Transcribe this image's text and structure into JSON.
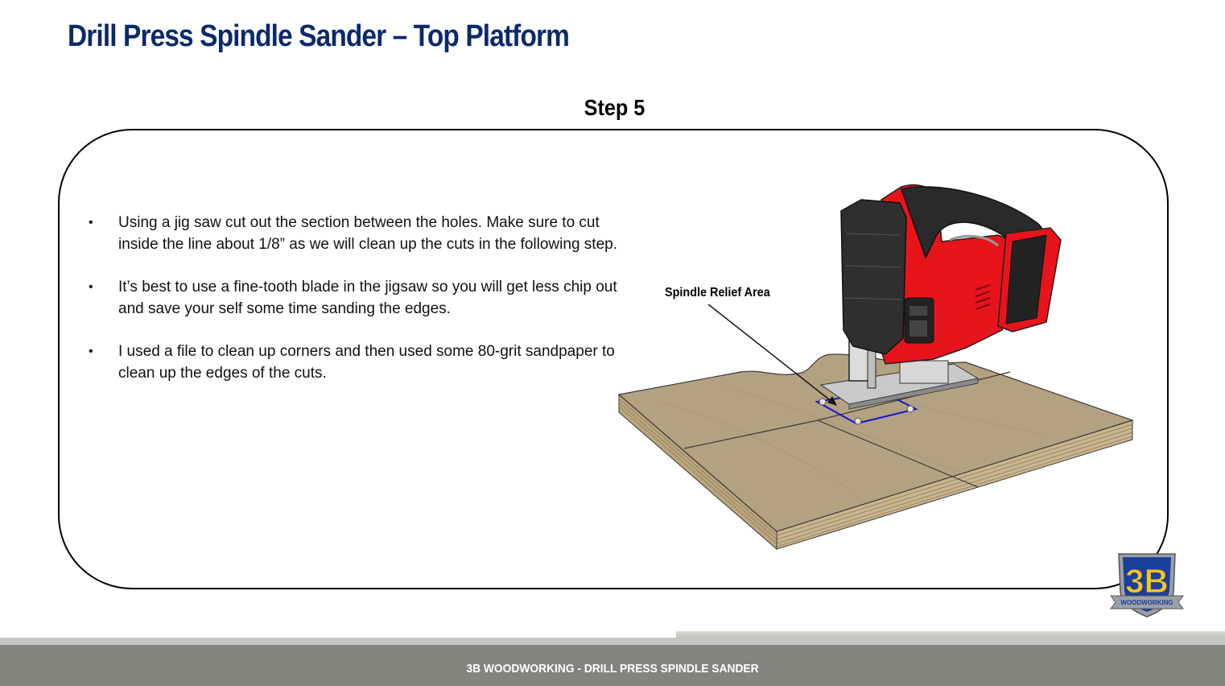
{
  "title": "Drill Press Spindle Sander – Top Platform",
  "step_heading": "Step 5",
  "bullets": [
    {
      "marker": "•",
      "text": "Using a jig saw cut out the section between the holes.  Make sure to cut inside the line about 1/8” as we will clean up the cuts in the following step."
    },
    {
      "marker": "•",
      "text": "It’s best to use a fine-tooth blade in the jigsaw so you will get less chip out and save your self some time sanding the edges."
    },
    {
      "marker": "•",
      "text": "I used a file to clean up corners and then used some 80-grit sandpaper to clean up the edges of the cuts."
    }
  ],
  "illustration": {
    "callout": "Spindle Relief Area",
    "icon": "jigsaw-on-plywood-illustration",
    "colors": {
      "tool_red": "#e8141b",
      "tool_black": "#2a2a2a",
      "plywood": "#b3a282",
      "highlight": "#1515d6"
    }
  },
  "logo": {
    "text": "3B",
    "subtext": "WOODWORKING",
    "colors": {
      "blue": "#1b3f9a",
      "yellow": "#f5c518",
      "silver": "#9aa0a6"
    }
  },
  "footer": {
    "text": "3B WOODWORKING - DRILL PRESS SPINDLE SANDER"
  },
  "colors": {
    "title": "#0a2a6b",
    "footer_bar": "#84847d"
  }
}
